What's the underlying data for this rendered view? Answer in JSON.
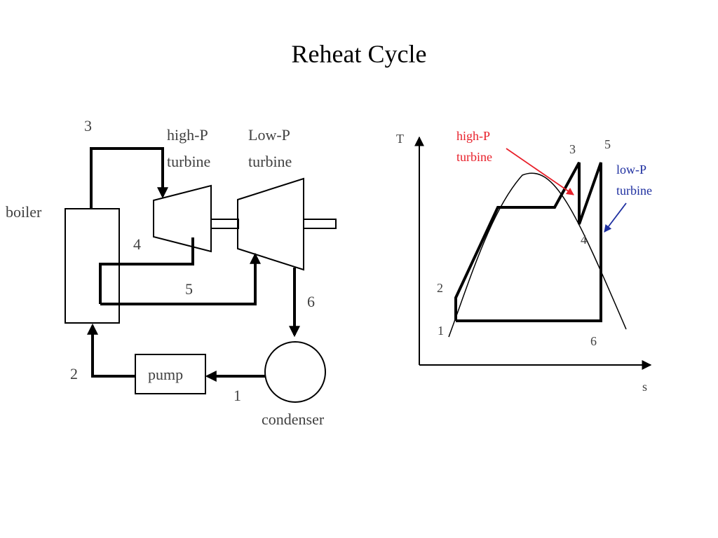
{
  "title": "Reheat Cycle",
  "schematic": {
    "boiler_label": "boiler",
    "hp_turbine_label_line1": "high-P",
    "hp_turbine_label_line2": "turbine",
    "lp_turbine_label_line1": "Low-P",
    "lp_turbine_label_line2": "turbine",
    "pump_label": "pump",
    "condenser_label": "condenser",
    "state_points": [
      "1",
      "2",
      "3",
      "4",
      "5",
      "6"
    ]
  },
  "ts_diagram": {
    "y_axis_label": "T",
    "x_axis_label": "s",
    "hp_annotation_line1": "high-P",
    "hp_annotation_line2": "turbine",
    "lp_annotation_line1": "low-P",
    "lp_annotation_line2": "turbine",
    "state_points": [
      "1",
      "2",
      "3",
      "4",
      "5",
      "6"
    ],
    "colors": {
      "hp_annotation": "#e8202a",
      "lp_annotation": "#1e2fa0",
      "lines": "#000000"
    }
  }
}
